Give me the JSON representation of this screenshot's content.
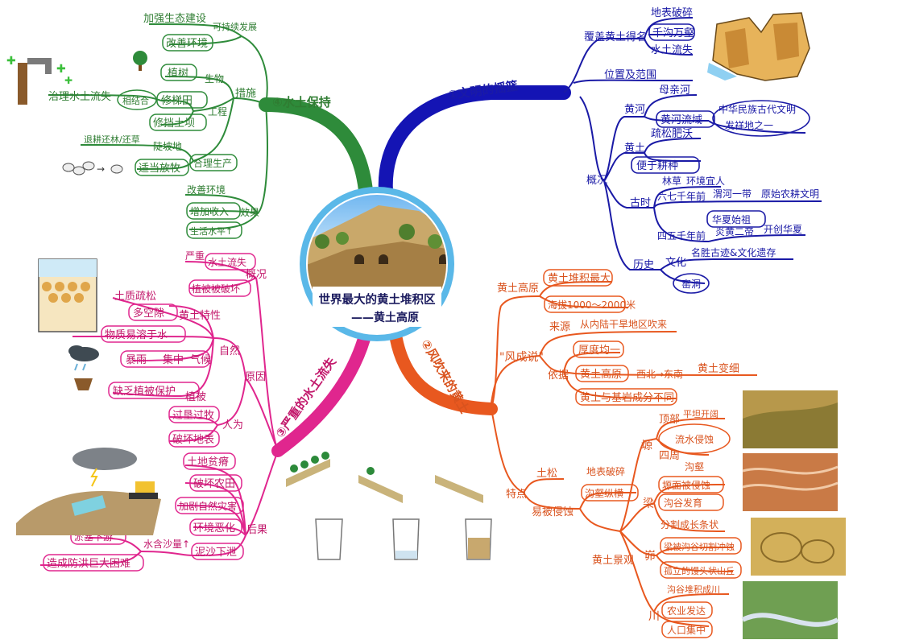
{
  "center": {
    "title_line1": "世界最大的黄土堆积区",
    "title_line2": "——黄土高原"
  },
  "colors": {
    "civilization": "#1a1aa6",
    "loess": "#e8581f",
    "erosion": "#e0268e",
    "conservation": "#2e8b3a"
  },
  "branches": {
    "civilization": {
      "label": "①文明的摇篮",
      "reputation": "覆盖黄土得名",
      "rep_items": [
        "地表破碎",
        "千沟万壑",
        "水土流失"
      ],
      "location": "位置及范围",
      "overview": "概况",
      "yellow_river": "黄河",
      "mother_river": "母亲河",
      "basin": "黄河流域",
      "birthplace_1": "中华民族古代文明",
      "birthplace_2": "发祥地之一",
      "loess": "黄土",
      "loess_items": [
        "疏松肥沃",
        "便于耕种"
      ],
      "ancient": "古时",
      "forest": "林草",
      "environment": "环境宜人",
      "six_seven": "六七千年前",
      "weihe": "渭河一带",
      "primitive_farming": "原始农耕文明",
      "ancestor": "华夏始祖",
      "four_five": "四五千年前",
      "yan_huang": "炎黄二帝",
      "create": "开创华夏",
      "history": "历史",
      "culture": "文化",
      "sites": "名胜古迹&文化遗存",
      "caves": "窑洞"
    },
    "loess": {
      "label": "②风吹来的黄土",
      "plateau": "黄土高原",
      "thickest": "黄土堆积最大",
      "altitude": "海拔1000～2000米",
      "theory": "\"风成说\"",
      "source": "来源",
      "source_text": "从内陆干旱地区吹来",
      "basis": "依据",
      "uniform": "厚度均一",
      "plateau2": "黄土高原",
      "nw_se": "西北→东南",
      "thinner": "黄土变细",
      "composition": "黄土与基岩成分不同",
      "feature": "特点",
      "loose": "土松",
      "erodible": "易被侵蚀",
      "surface_broken": "地表破碎",
      "gullies": "沟壑纵横",
      "landscape": "黄土景观",
      "yuan": "塬",
      "top": "顶部",
      "flat_top": "平坦开阔",
      "around": "四周",
      "water_erosion": "流水侵蚀",
      "gully": "沟壑",
      "liang": "梁",
      "yuan_eroded": "塬面被侵蚀",
      "gully_dev": "沟谷发育",
      "strip": "分割成长条状",
      "mao": "峁",
      "liang_cut": "梁被沟谷切割冲蚀",
      "hill": "孤立的馒头状山丘",
      "chuan": "川",
      "river_formed": "沟谷堆积成川",
      "agri": "农业发达",
      "population": "人口集中"
    },
    "erosion": {
      "label": "③严重的水土流失",
      "situation": "概况",
      "serious": "严重",
      "water_loss": "水土流失",
      "veg_damage": "植被被破坏",
      "cause": "原因",
      "nature": "自然",
      "soil_loose": "土质疏松",
      "porous": "多空隙",
      "loess_prop": "黄土特性",
      "soluble": "物质易溶于水",
      "storm": "暴雨",
      "concentrated": "集中",
      "climate": "气候",
      "lack_veg": "缺乏植被保护",
      "vegetation": "植被",
      "human": "人为",
      "overgraze": "过垦过牧",
      "destroy_surface": "破坏地表",
      "result": "后果",
      "poor_land": "土地贫瘠",
      "farmland": "破坏农田",
      "disaster": "加剧自然灾害",
      "env_worse": "环境恶化",
      "silt": "泥沙下泄",
      "sediment": "水含沙量↑",
      "silt_down": "淤塞下游",
      "flood": "造成防洪巨大困难"
    },
    "conservation": {
      "label": "④水土保持",
      "eco": "加强生态建设",
      "sustain": "可持续发展",
      "improve_env": "改善环境",
      "measures": "措施",
      "plant": "植树",
      "bio": "生物",
      "control": "治理水土流失",
      "combine": "相结合",
      "terrace": "修梯田",
      "dam": "修挡土坝",
      "engineering": "工程",
      "return": "退耕还林/还草",
      "slope": "陡坡地",
      "graze": "适当放牧",
      "rational": "合理生产",
      "effect": "效果",
      "env2": "改善环境",
      "income": "增加收入",
      "living": "生活水平↑"
    }
  }
}
